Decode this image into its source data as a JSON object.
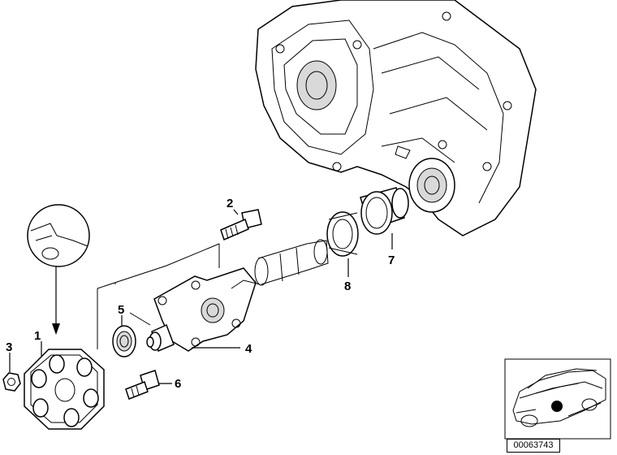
{
  "callouts": {
    "c1": "1",
    "c2": "2",
    "c3": "3",
    "c4": "4",
    "c5": "5",
    "c6": "6",
    "c7": "7",
    "c8": "8"
  },
  "catalog_number": "00063743"
}
